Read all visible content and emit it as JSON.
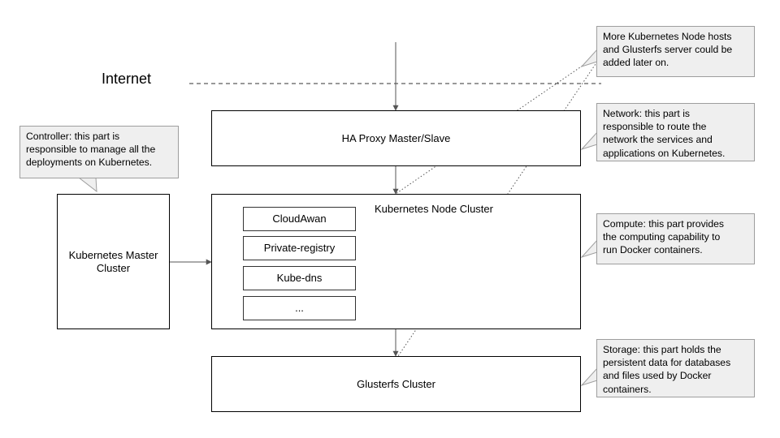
{
  "internet_label": "Internet",
  "nodes": {
    "ha_proxy": "HA Proxy Master/Slave",
    "node_cluster": "Kubernetes Node Cluster",
    "master_cluster": "Kubernetes Master\nCluster",
    "glusterfs": "Glusterfs Cluster"
  },
  "services": [
    "CloudAwan",
    "Private-registry",
    "Kube-dns",
    "..."
  ],
  "callouts": {
    "controller": "Controller: this part is\nresponsible to manage all the\ndeployments on Kubernetes.",
    "more_hosts": "More Kubernetes Node hosts\nand Glusterfs server could be\nadded later on.",
    "network": "Network: this part is\nresponsible to route the\nnetwork the services and\napplications on Kubernetes.",
    "compute": "Compute: this part provides\nthe computing capability to\nrun Docker containers.",
    "storage": "Storage: this part holds the\npersistent data for databases\nand files used by Docker\ncontainers."
  },
  "colors": {
    "callout_fill": "#efefef",
    "callout_border": "#9e9e9e",
    "line": "#555555"
  }
}
